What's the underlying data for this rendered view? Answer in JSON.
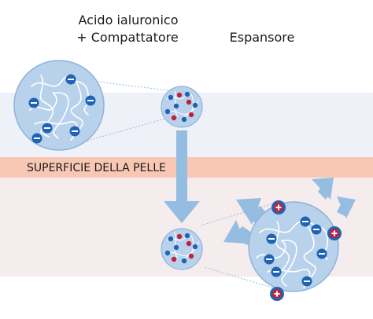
{
  "labels": {
    "left_line1": "Acido ialuronico",
    "left_line2": "+ Compattatore",
    "right": "Espansore",
    "skin_band": "SUPERFICIE DELLA PELLE"
  },
  "icons": {
    "negative": "minus-charge-icon",
    "positive": "plus-charge-icon",
    "arrow": "expansion-arrow-icon"
  },
  "colors": {
    "skin_band": "#f8c8b4",
    "lower_zone": "#f5ecee",
    "upper_zone": "#eef1f7",
    "sphere_fill": "#b9d2ec",
    "sphere_edge": "#8fb3da",
    "arrow": "#95bde2",
    "negative": "#1f64b4",
    "positive": "#c0223c",
    "chain": "#ffffff"
  }
}
